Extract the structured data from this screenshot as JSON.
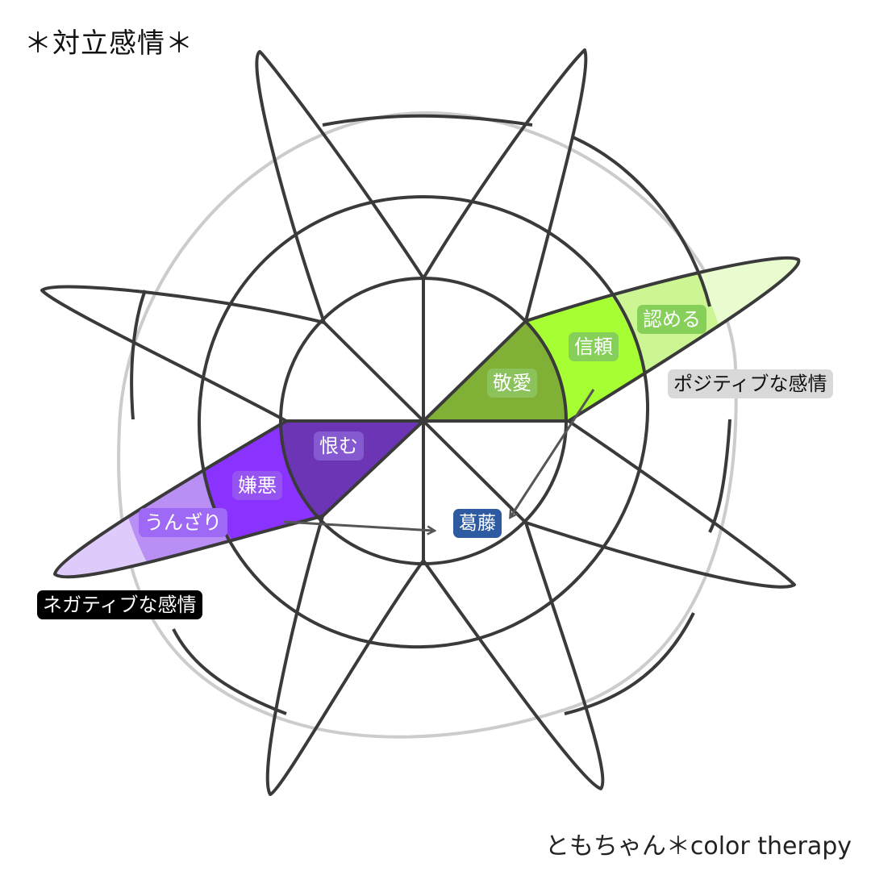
{
  "title": "＊対立感情＊",
  "credit": "ともちゃん＊color therapy",
  "labels": {
    "ninmeru": "認める",
    "shinrai": "信頼",
    "keiai": "敬愛",
    "uramu": "恨む",
    "ken_o": "嫌悪",
    "unzari": "うんざり",
    "kattou": "葛藤",
    "positive": "ポジティブな感情",
    "negative": "ネガティブな感情"
  },
  "colors": {
    "positive_inner": "#80b036",
    "positive_middle": "#a6ff33",
    "positive_outer": "#ccf593",
    "positive_tip": "#e8fccf",
    "negative_inner": "#6c35b5",
    "negative_middle": "#8a33ff",
    "negative_outer": "#b98ff6",
    "negative_tip": "#decbfc",
    "conflict": "#2d5aa0",
    "outline": "#3a3a3a",
    "guide_ring": "#cccccc"
  }
}
